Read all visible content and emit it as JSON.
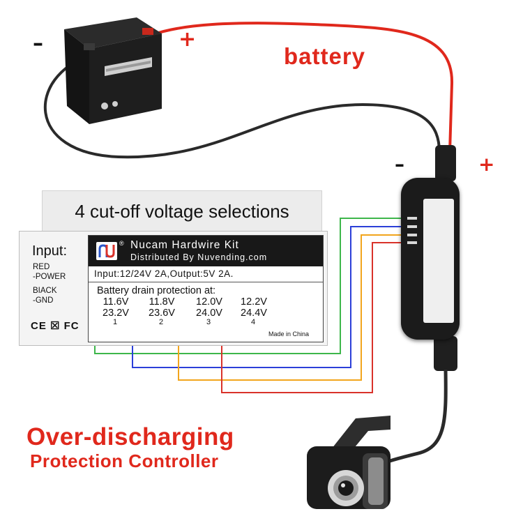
{
  "annotation": {
    "battery_word": "battery",
    "minus_sign": "–",
    "plus_sign": "+"
  },
  "heading": "4 cut-off voltage selections",
  "label": {
    "input_label": "Input:",
    "red_label": "RED",
    "red_function": "-POWER",
    "black_label": "BIACK",
    "black_function": "-GND",
    "cert_marks": "CE ☒ FC",
    "kit_title": "Nucam Hardwire Kit",
    "distributor": "Distributed By Nuvending.com",
    "io_spec": "Input:12/24V 2A,Output:5V 2A.",
    "drain_heading": "Battery drain protection at:",
    "options": [
      {
        "v12": "11.6V",
        "v24": "23.2V",
        "num": "1"
      },
      {
        "v12": "11.8V",
        "v24": "23.6V",
        "num": "2"
      },
      {
        "v12": "12.0V",
        "v24": "24.0V",
        "num": "3"
      },
      {
        "v12": "12.2V",
        "v24": "24.4V",
        "num": "4"
      }
    ],
    "made_in": "Made in China"
  },
  "product_title": {
    "line1": "Over-discharging",
    "line2": "Protection Controller"
  },
  "colors": {
    "red_wire": "#e0281c",
    "black_wire": "#2a2a2a",
    "green_wire": "#3db64a",
    "blue_wire": "#2b3fd8",
    "orange_wire": "#f2a51c",
    "red_jumper": "#d9322a",
    "accent_text": "#e0281c"
  },
  "icons": [
    "battery-icon",
    "controller-icon",
    "dash-camera-icon",
    "nucam-logo-icon",
    "ce-mark-icon"
  ]
}
